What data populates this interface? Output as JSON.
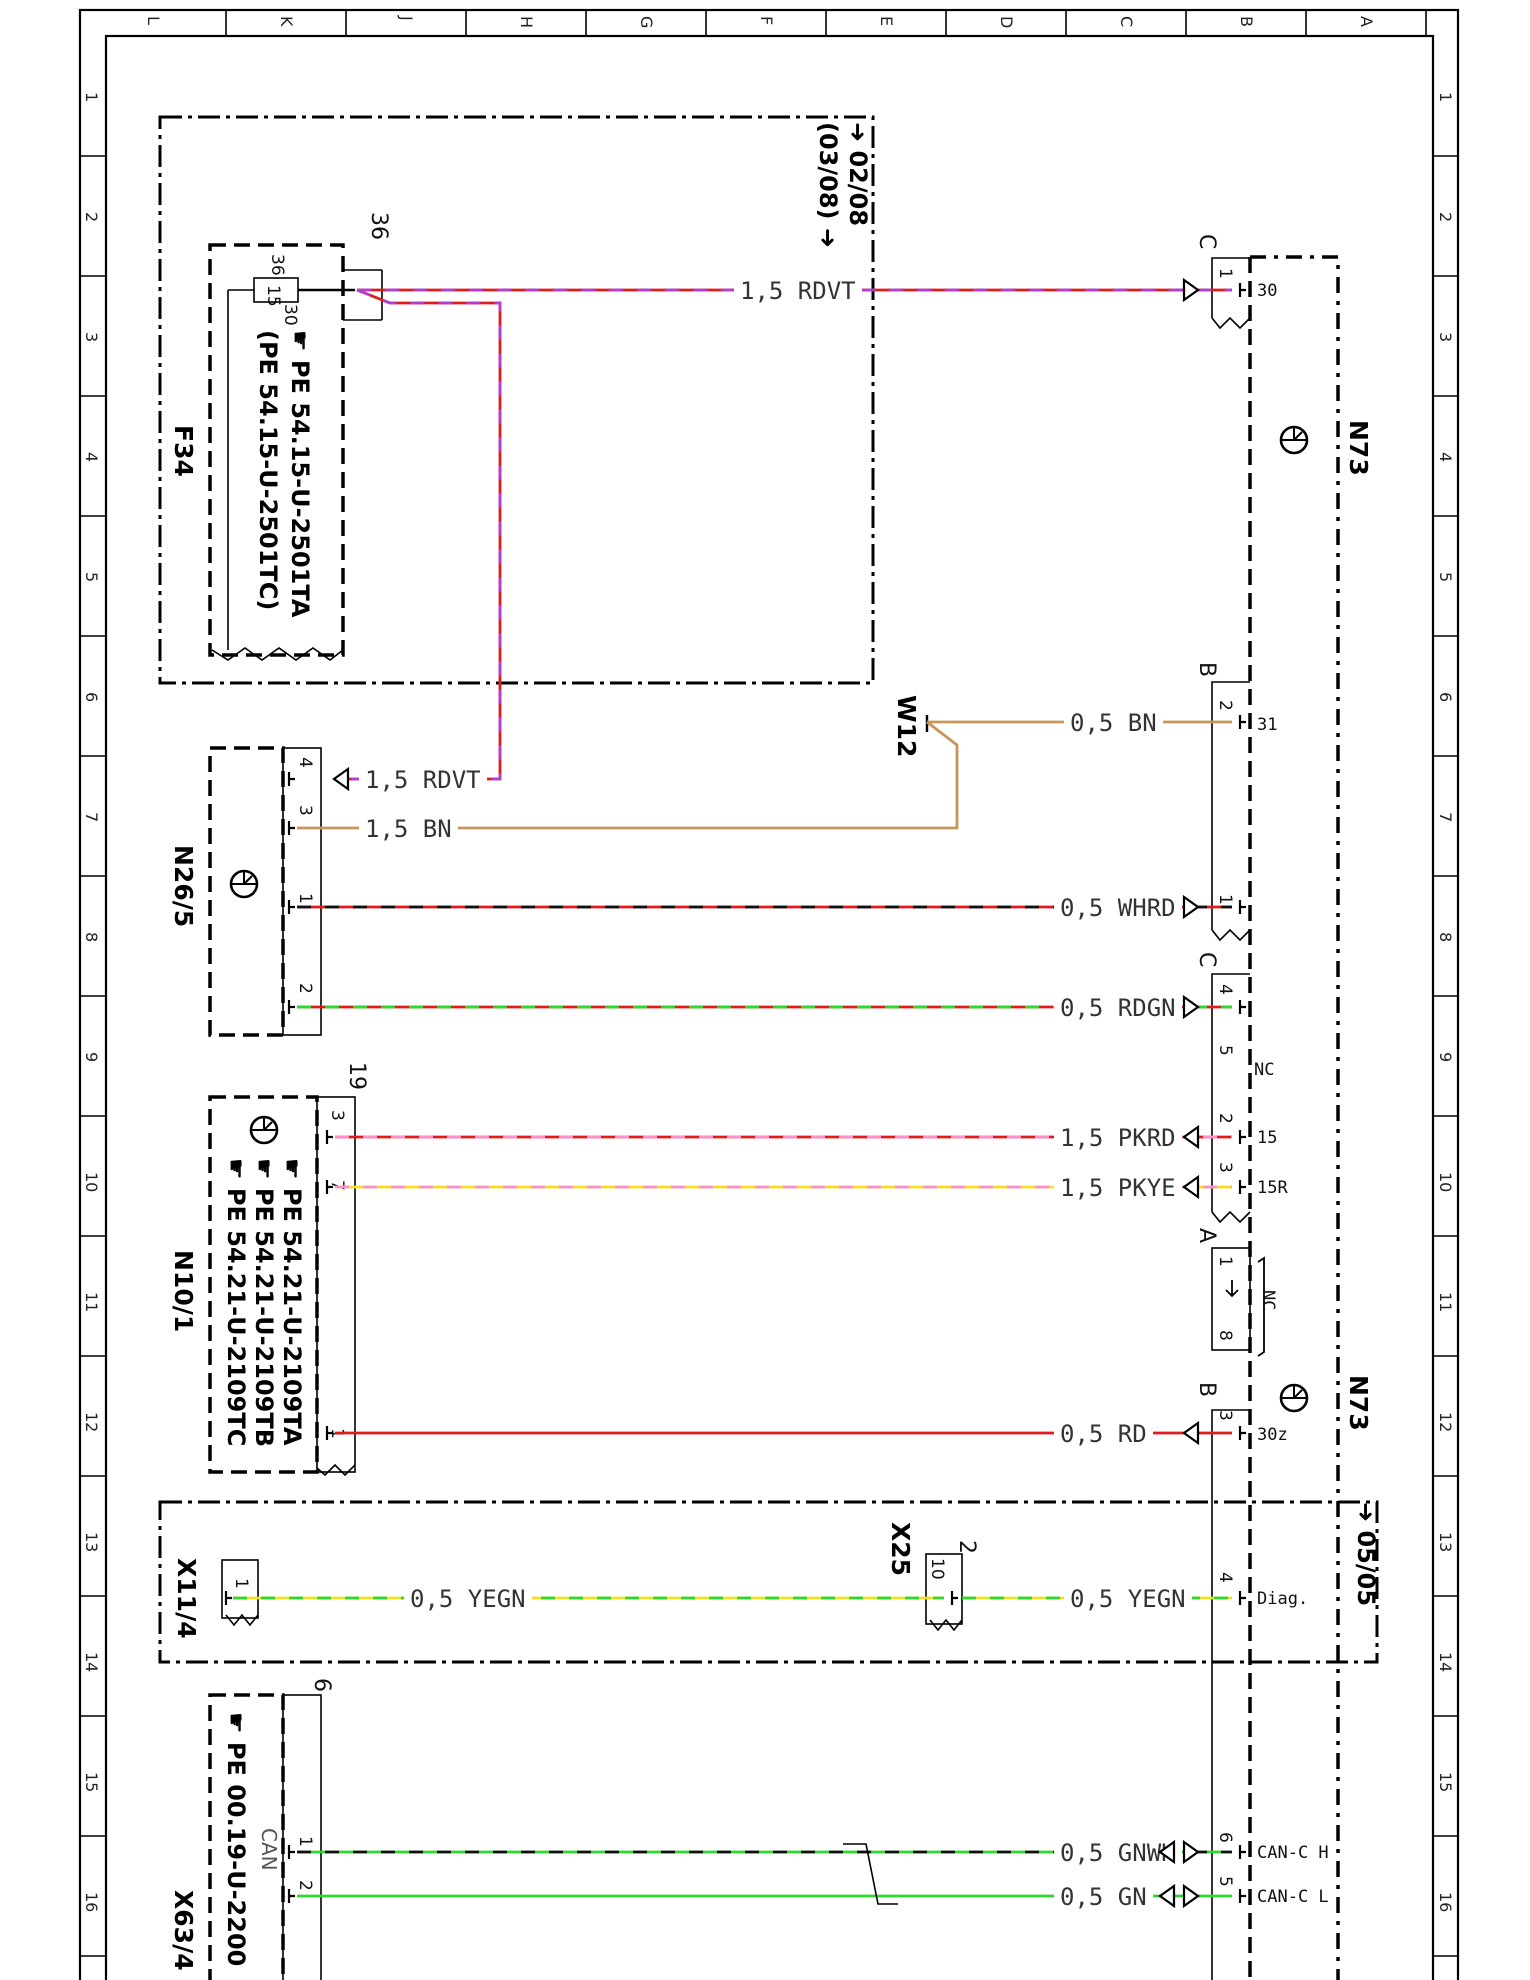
{
  "frame": {
    "columns": [
      "L",
      "K",
      "J",
      "H",
      "G",
      "F",
      "E",
      "D",
      "C",
      "B",
      "A"
    ],
    "rows": [
      "1",
      "2",
      "3",
      "4",
      "5",
      "6",
      "7",
      "8",
      "9",
      "10",
      "11",
      "12",
      "13",
      "14",
      "15",
      "16"
    ]
  },
  "components": {
    "F34": {
      "id": "F34",
      "pins": [
        "15",
        "36",
        "30"
      ],
      "ref1": "PE 54.15-U-2501TA",
      "ref2": "(PE 54.15-U-2501TC)",
      "connector_no": "36"
    },
    "N26_5": {
      "id": "N26/5",
      "pins": [
        "4",
        "3",
        "1",
        "2"
      ]
    },
    "N10_1": {
      "id": "N10/1",
      "pins": [
        "3",
        "7",
        "1"
      ],
      "connector_no": "19",
      "refs": [
        "PE 54.21-U-2109TA",
        "PE 54.21-U-2109TB",
        "PE 54.21-U-2109TC"
      ]
    },
    "N73": {
      "id": "N73",
      "connectors": [
        "C",
        "B",
        "C",
        "A",
        "B"
      ],
      "pins": [
        "1",
        "2",
        "1",
        "4",
        "5",
        "2",
        "3",
        "1",
        "8",
        "3",
        "4",
        "6",
        "5"
      ],
      "terminals": [
        "30",
        "31",
        "NC",
        "15",
        "15R",
        "NC",
        "30z",
        "Diag.",
        "CAN-C H",
        "CAN-C L"
      ]
    },
    "W12": {
      "id": "W12"
    },
    "X25": {
      "id": "X25",
      "pin": "10",
      "connector_no": "2"
    },
    "X11_4": {
      "id": "X11/4",
      "pin": "1"
    },
    "X63_4": {
      "id": "X63/4",
      "pins": [
        "1",
        "2"
      ],
      "connector_no": "6",
      "label": "CAN",
      "ref": "PE 00.19-U-2200"
    }
  },
  "references": {
    "top": "02/08",
    "top_alt": "(03/08)",
    "bottom": "05/05"
  },
  "wires": [
    {
      "id": "w1",
      "label": "1,5 RDVT",
      "colors": [
        "#e01b1b",
        "#b040d0"
      ]
    },
    {
      "id": "w2",
      "label": "1,5 RDVT",
      "colors": [
        "#e01b1b",
        "#b040d0"
      ]
    },
    {
      "id": "w3",
      "label": "0,5 BN",
      "colors": [
        "#c8965a"
      ]
    },
    {
      "id": "w4",
      "label": "1,5 BN",
      "colors": [
        "#c8965a"
      ]
    },
    {
      "id": "w5",
      "label": "0,5 WHRD",
      "colors": [
        "#e01b1b",
        "#111111"
      ]
    },
    {
      "id": "w6",
      "label": "0,5 RDGN",
      "colors": [
        "#e01b1b",
        "#2bd92b"
      ]
    },
    {
      "id": "w7",
      "label": "1,5 PKRD",
      "colors": [
        "#e01b1b",
        "#ff8fc8"
      ]
    },
    {
      "id": "w8",
      "label": "1,5 PKYE",
      "colors": [
        "#f0e020",
        "#ff8fc8"
      ]
    },
    {
      "id": "w9",
      "label": "0,5 RD",
      "colors": [
        "#e01b1b"
      ]
    },
    {
      "id": "w10",
      "label": "0,5 YEGN",
      "colors": [
        "#f0e020",
        "#2bd92b"
      ]
    },
    {
      "id": "w11",
      "label": "0,5 YEGN",
      "colors": [
        "#f0e020",
        "#2bd92b"
      ]
    },
    {
      "id": "w12",
      "label": "0,5 GNWH",
      "colors": [
        "#2bd92b",
        "#111111"
      ]
    },
    {
      "id": "w13",
      "label": "0,5 GN",
      "colors": [
        "#2bd92b"
      ]
    }
  ]
}
